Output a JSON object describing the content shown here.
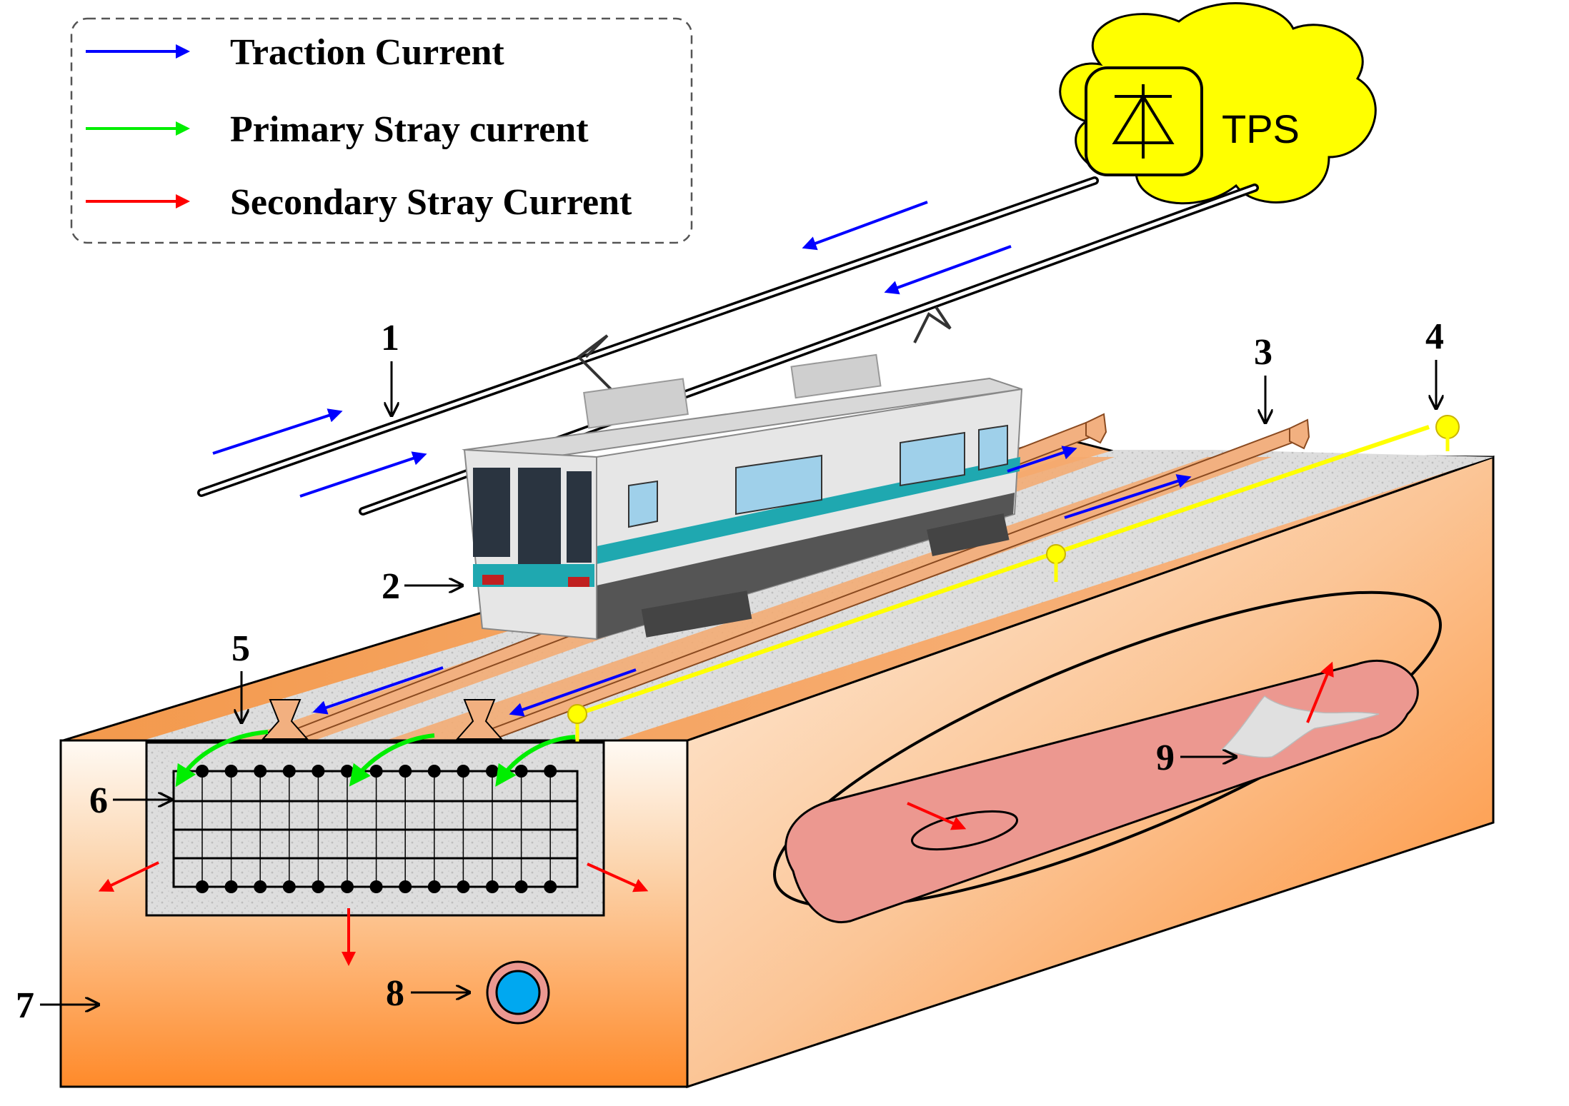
{
  "legend": {
    "traction_label": "Traction Current",
    "primary_label": "Primary Stray current",
    "secondary_label": "Secondary Stray Current",
    "traction_color": "#0000ff",
    "primary_color": "#00ee00",
    "secondary_color": "#ff0000"
  },
  "substation": {
    "label": "TPS",
    "cloud_color": "#ffff00",
    "icon": "diode-rectifier-icon"
  },
  "callouts": {
    "c1": "1",
    "c2": "2",
    "c3": "3",
    "c4": "4",
    "c5": "5",
    "c6": "6",
    "c7": "7",
    "c8": "8",
    "c9": "9"
  },
  "colors": {
    "soil_top": "#f5a05a",
    "soil_light": "#fff4ea",
    "soil_dark": "#ff8a2a",
    "rail": "#f2b080",
    "drainage_cable": "#ffff00",
    "corrosion_zone": "#ec9890",
    "pipe_inner": "#00a8f0",
    "pipe_coating": "#ec9890"
  }
}
